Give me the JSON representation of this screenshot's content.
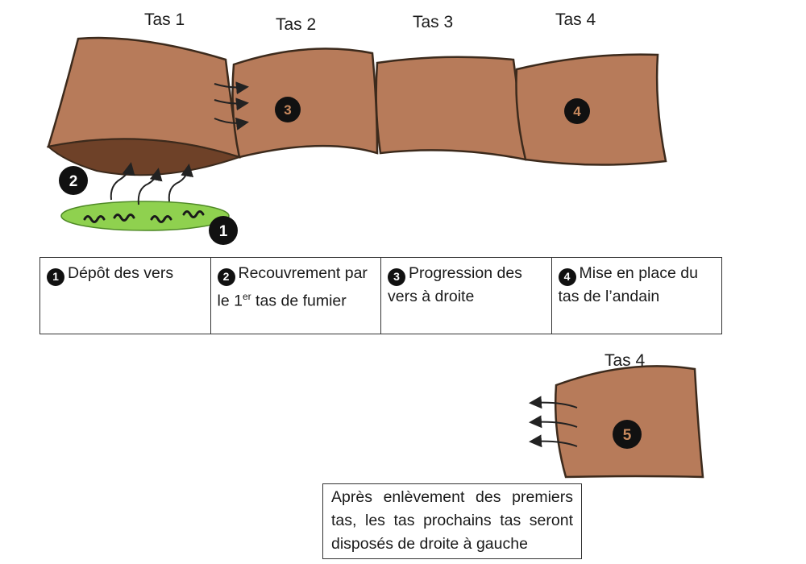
{
  "piles": {
    "tas1": "Tas 1",
    "tas2": "Tas 2",
    "tas3": "Tas 3",
    "tas4": "Tas 4",
    "tas4_bottom": "Tas 4"
  },
  "markers": {
    "m1": "1",
    "m2": "2",
    "m3": "3",
    "m4": "4",
    "m5": "5"
  },
  "steps": [
    {
      "number": "1",
      "text": "Dépôt des vers"
    },
    {
      "number": "2",
      "text_before_sup": "Recouvrement par le 1",
      "sup": "er",
      "text_after_sup": " tas de fumier"
    },
    {
      "number": "3",
      "text": "Progression des vers à droite"
    },
    {
      "number": "4",
      "text": "Mise en place du tas de l’andain"
    }
  ],
  "note": "Après enlèvement des premiers tas, les tas prochains tas seront disposés de droite à gauche",
  "colors": {
    "pile_fill": "#b77b5a",
    "pile_stroke": "#3c2a1c",
    "pile_bottom": "#6e4128",
    "worm_bed": "#8fd14f",
    "badge": "#111111",
    "badge_text_on_pile": "#c98a5e"
  }
}
